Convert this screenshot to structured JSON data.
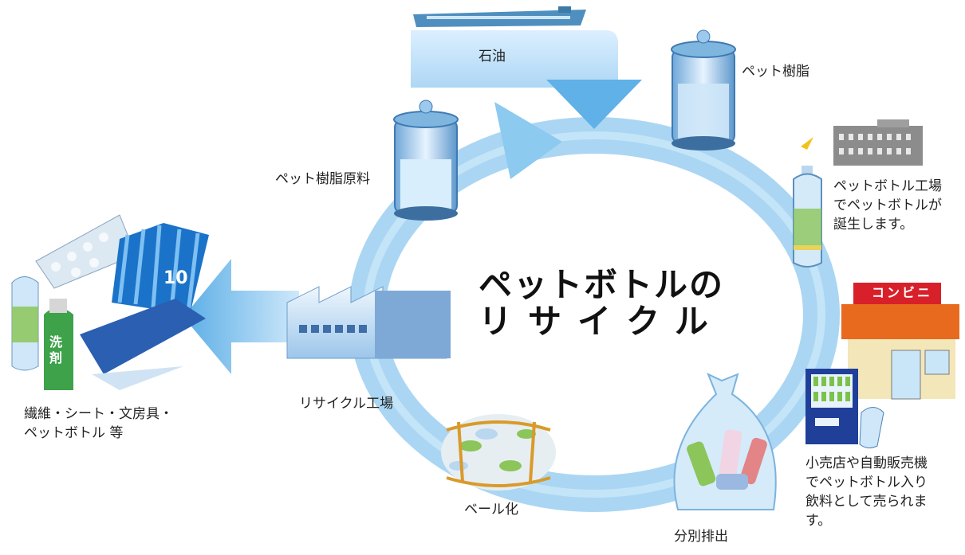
{
  "title": {
    "line1": "ペットボトルの",
    "line2": "リサイクル"
  },
  "stages": {
    "oil": "石油",
    "resin": "ペット樹脂",
    "factory": "ペットボトル工場\nでペットボトルが\n誕生します。",
    "store": "小売店や自動販売機\nでペットボトル入り\n飲料として売られま\nす。",
    "store_sign": "コンビニ",
    "separate": "分別排出",
    "bale": "ベール化",
    "recycle_factory": "リサイクル工場",
    "raw_material": "ペット樹脂原料",
    "products": "繊維・シート・文房具・\nペットボトル 等",
    "jersey_number": "10",
    "detergent_label": "洗剤"
  },
  "colors": {
    "cycle": "#a9d5f3",
    "cycle_dark": "#4aa6e3",
    "arrow": "#8fc8ee",
    "store_roof": "#e86a1e",
    "store_sign_bg": "#d8202a",
    "bottle_green": "#7cc24a",
    "jersey_blue": "#1a73c9"
  }
}
